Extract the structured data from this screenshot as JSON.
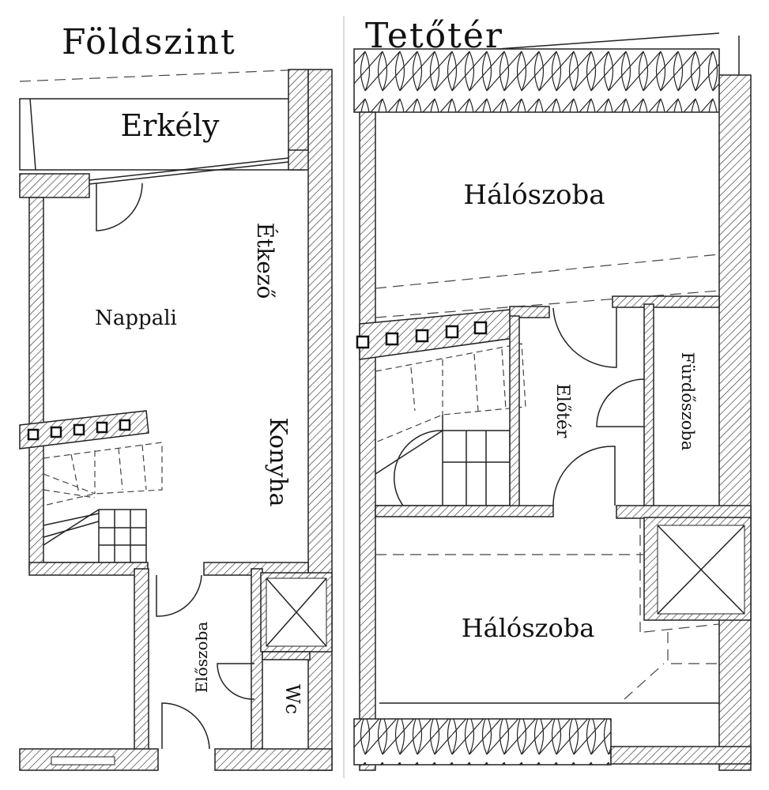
{
  "ground_floor": {
    "title": "Földszint",
    "rooms": {
      "balcony": "Erkély",
      "dining": "Étkező",
      "living": "Nappali",
      "kitchen": "Konyha",
      "hall": "Előszoba",
      "wc": "Wc"
    }
  },
  "attic": {
    "title": "Tetőtér",
    "rooms": {
      "bedroom_top": "Hálószoba",
      "landing": "Előtér",
      "bathroom": "Fürdőszoba",
      "bedroom_bottom": "Hálószoba"
    }
  }
}
